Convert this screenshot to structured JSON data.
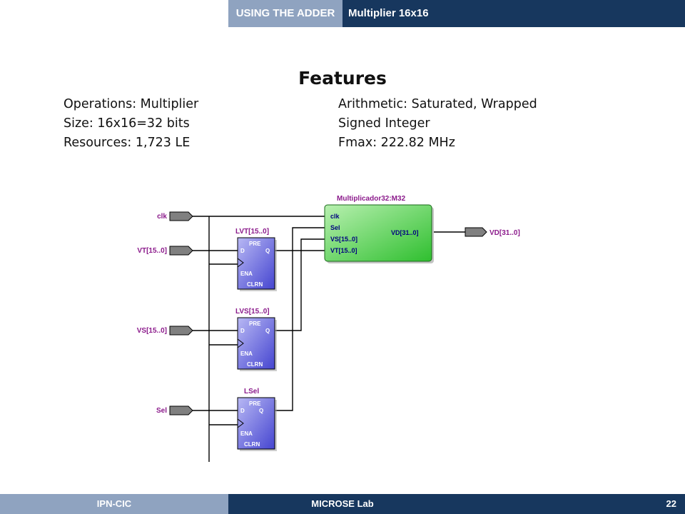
{
  "header": {
    "section": "USING THE ADDER",
    "topic": "Multiplier 16x16"
  },
  "slide": {
    "title": "Features",
    "features_left": [
      "Operations: Multiplier",
      "Size: 16x16=32 bits",
      "Resources: 1,723 LE"
    ],
    "features_right": [
      "Arithmetic: Saturated, Wrapped",
      "Signed Integer",
      "Fmax: 222.82 MHz"
    ]
  },
  "diagram": {
    "module_title": "Multiplicador32:M32",
    "module_ports": [
      "clk",
      "Sel",
      "VS[15..0]",
      "VT[15..0]"
    ],
    "module_output": "VD[31..0]",
    "inputs": [
      "clk",
      "VT[15..0]",
      "VS[15..0]",
      "Sel"
    ],
    "output": "VD[31..0]",
    "registers": [
      {
        "name": "LVT[15..0]"
      },
      {
        "name": "LVS[15..0]"
      },
      {
        "name": "LSel"
      }
    ],
    "reg_pins": {
      "pre": "PRE",
      "d": "D",
      "q": "Q",
      "ena": "ENA",
      "clrn": "CLRN"
    },
    "colors": {
      "module": "#3ec83e",
      "register": "#5a5ad8",
      "pin_label": "#8b1a8b",
      "wire": "#000000"
    }
  },
  "footer": {
    "org": "IPN-CIC",
    "lab": "MICROSE Lab",
    "page": "22"
  }
}
